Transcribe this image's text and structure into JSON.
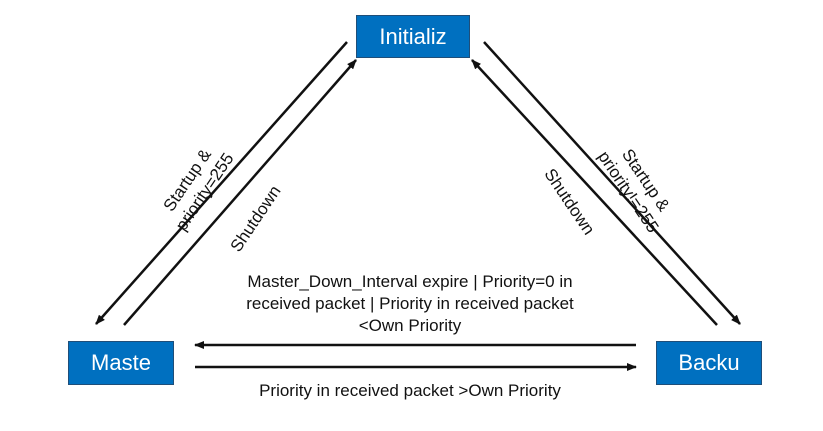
{
  "states": {
    "initialize": "Initializ",
    "master": "Maste",
    "backup": "Backu"
  },
  "transitions": {
    "init_to_master": [
      "Startup &",
      "priority=255"
    ],
    "master_to_init": "Shutdown",
    "init_to_backup": [
      "Startup &",
      "priority!=255"
    ],
    "backup_to_init": "Shutdown",
    "master_to_backup": [
      "Master_Down_Interval expire | Priority=0 in",
      "received packet | Priority in received packet",
      "<Own Priority"
    ],
    "backup_to_master": "Priority in received packet >Own Priority"
  },
  "colors": {
    "state_fill": "#0070c0",
    "state_border": "#1f4e79",
    "arrow": "#111111"
  }
}
